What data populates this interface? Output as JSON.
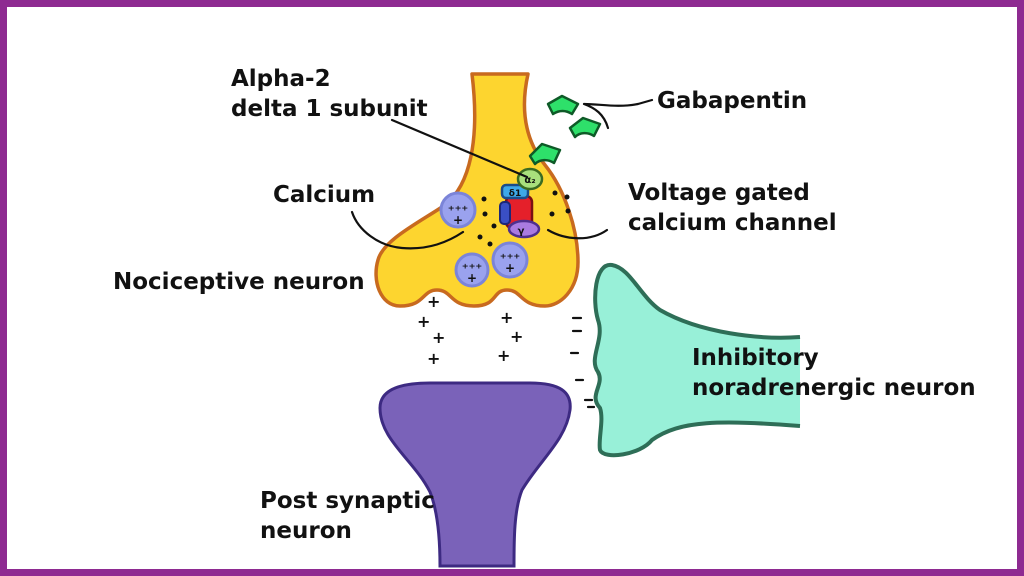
{
  "labels": {
    "alpha2": [
      "Alpha-2",
      "delta 1 subunit"
    ],
    "gabapentin": "Gabapentin",
    "calcium": "Calcium",
    "vgcc": [
      "Voltage gated",
      "calcium channel"
    ],
    "nociceptive": "Nociceptive neuron",
    "inhibitory": [
      "Inhibitory",
      "noradrenergic neuron"
    ],
    "postsynaptic": [
      "Post synaptic",
      "neuron"
    ]
  },
  "channel_glyphs": {
    "alpha": "α₂",
    "delta": "δ1",
    "gamma": "γ"
  },
  "colors": {
    "border": "#8e2a91",
    "nociceptive_fill": "#fdd52f",
    "nociceptive_outline": "#c86a1f",
    "inhibitory_fill": "#98f0d8",
    "inhibitory_outline": "#2e6e57",
    "postsynaptic_fill": "#7a62b9",
    "postsynaptic_outline": "#3d2a82",
    "gabapentin": "#2ee06a",
    "vesicle": "#9aa2ee"
  }
}
